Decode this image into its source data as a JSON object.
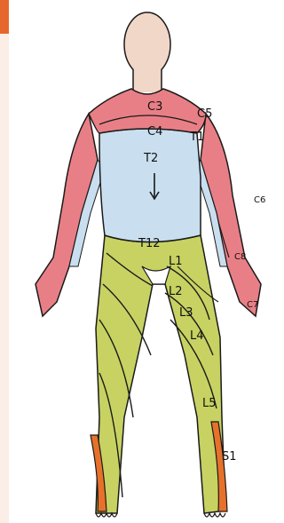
{
  "colors": {
    "skin": "#f1d7c8",
    "cervical": "#e97f86",
    "thoracic": "#c9dff0",
    "lumbar": "#c7d262",
    "sacral": "#e7712a",
    "outline": "#1a1a1a",
    "accent": "#e6672d",
    "side_panel": "#fbeee6"
  },
  "labels": {
    "c3": "C3",
    "c4": "C4",
    "c5": "C5",
    "t1": "T1",
    "t2": "T2",
    "t12": "T12",
    "c6": "C6",
    "c7": "C7",
    "c8": "C8",
    "l1": "L1",
    "l2": "L2",
    "l3": "L3",
    "l4": "L4",
    "l5": "L5",
    "s1": "S1"
  }
}
